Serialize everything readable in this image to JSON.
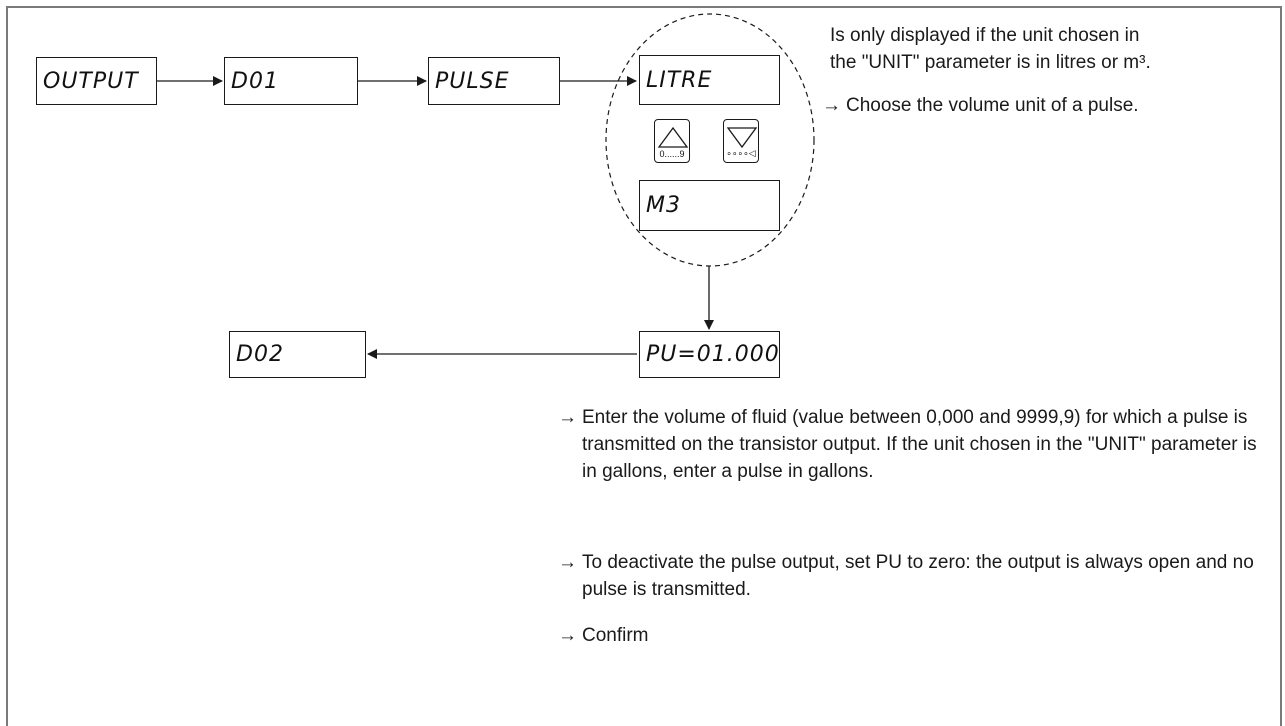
{
  "displays": {
    "output": "OUTPUT",
    "d01": "D01",
    "pulse": "PULSE",
    "litre": "LITRE",
    "m3": "M3",
    "pu": "PU=01.000",
    "d02": "D02"
  },
  "keys": {
    "up_label": "0......9",
    "down_label": "∘∘∘∘◁"
  },
  "notes": {
    "unit_note_line1": "Is only displayed if the unit chosen in",
    "unit_note_line2": "the \"UNIT\" parameter is in litres or m³.",
    "choose_unit": "Choose the volume unit of a pulse.",
    "enter_volume": "Enter the volume of fluid (value between 0,000 and 9999,9) for which a pulse is transmitted on the transistor output. If the unit chosen in the \"UNIT\" parameter is in gallons, enter a pulse in gallons.",
    "deactivate": "To deactivate the pulse output, set PU to zero: the output is always open and no pulse is transmitted.",
    "confirm": "Confirm",
    "arrow_glyph": "→"
  },
  "colors": {
    "frame": "#7a7a7a",
    "ink": "#1a1a1a"
  }
}
